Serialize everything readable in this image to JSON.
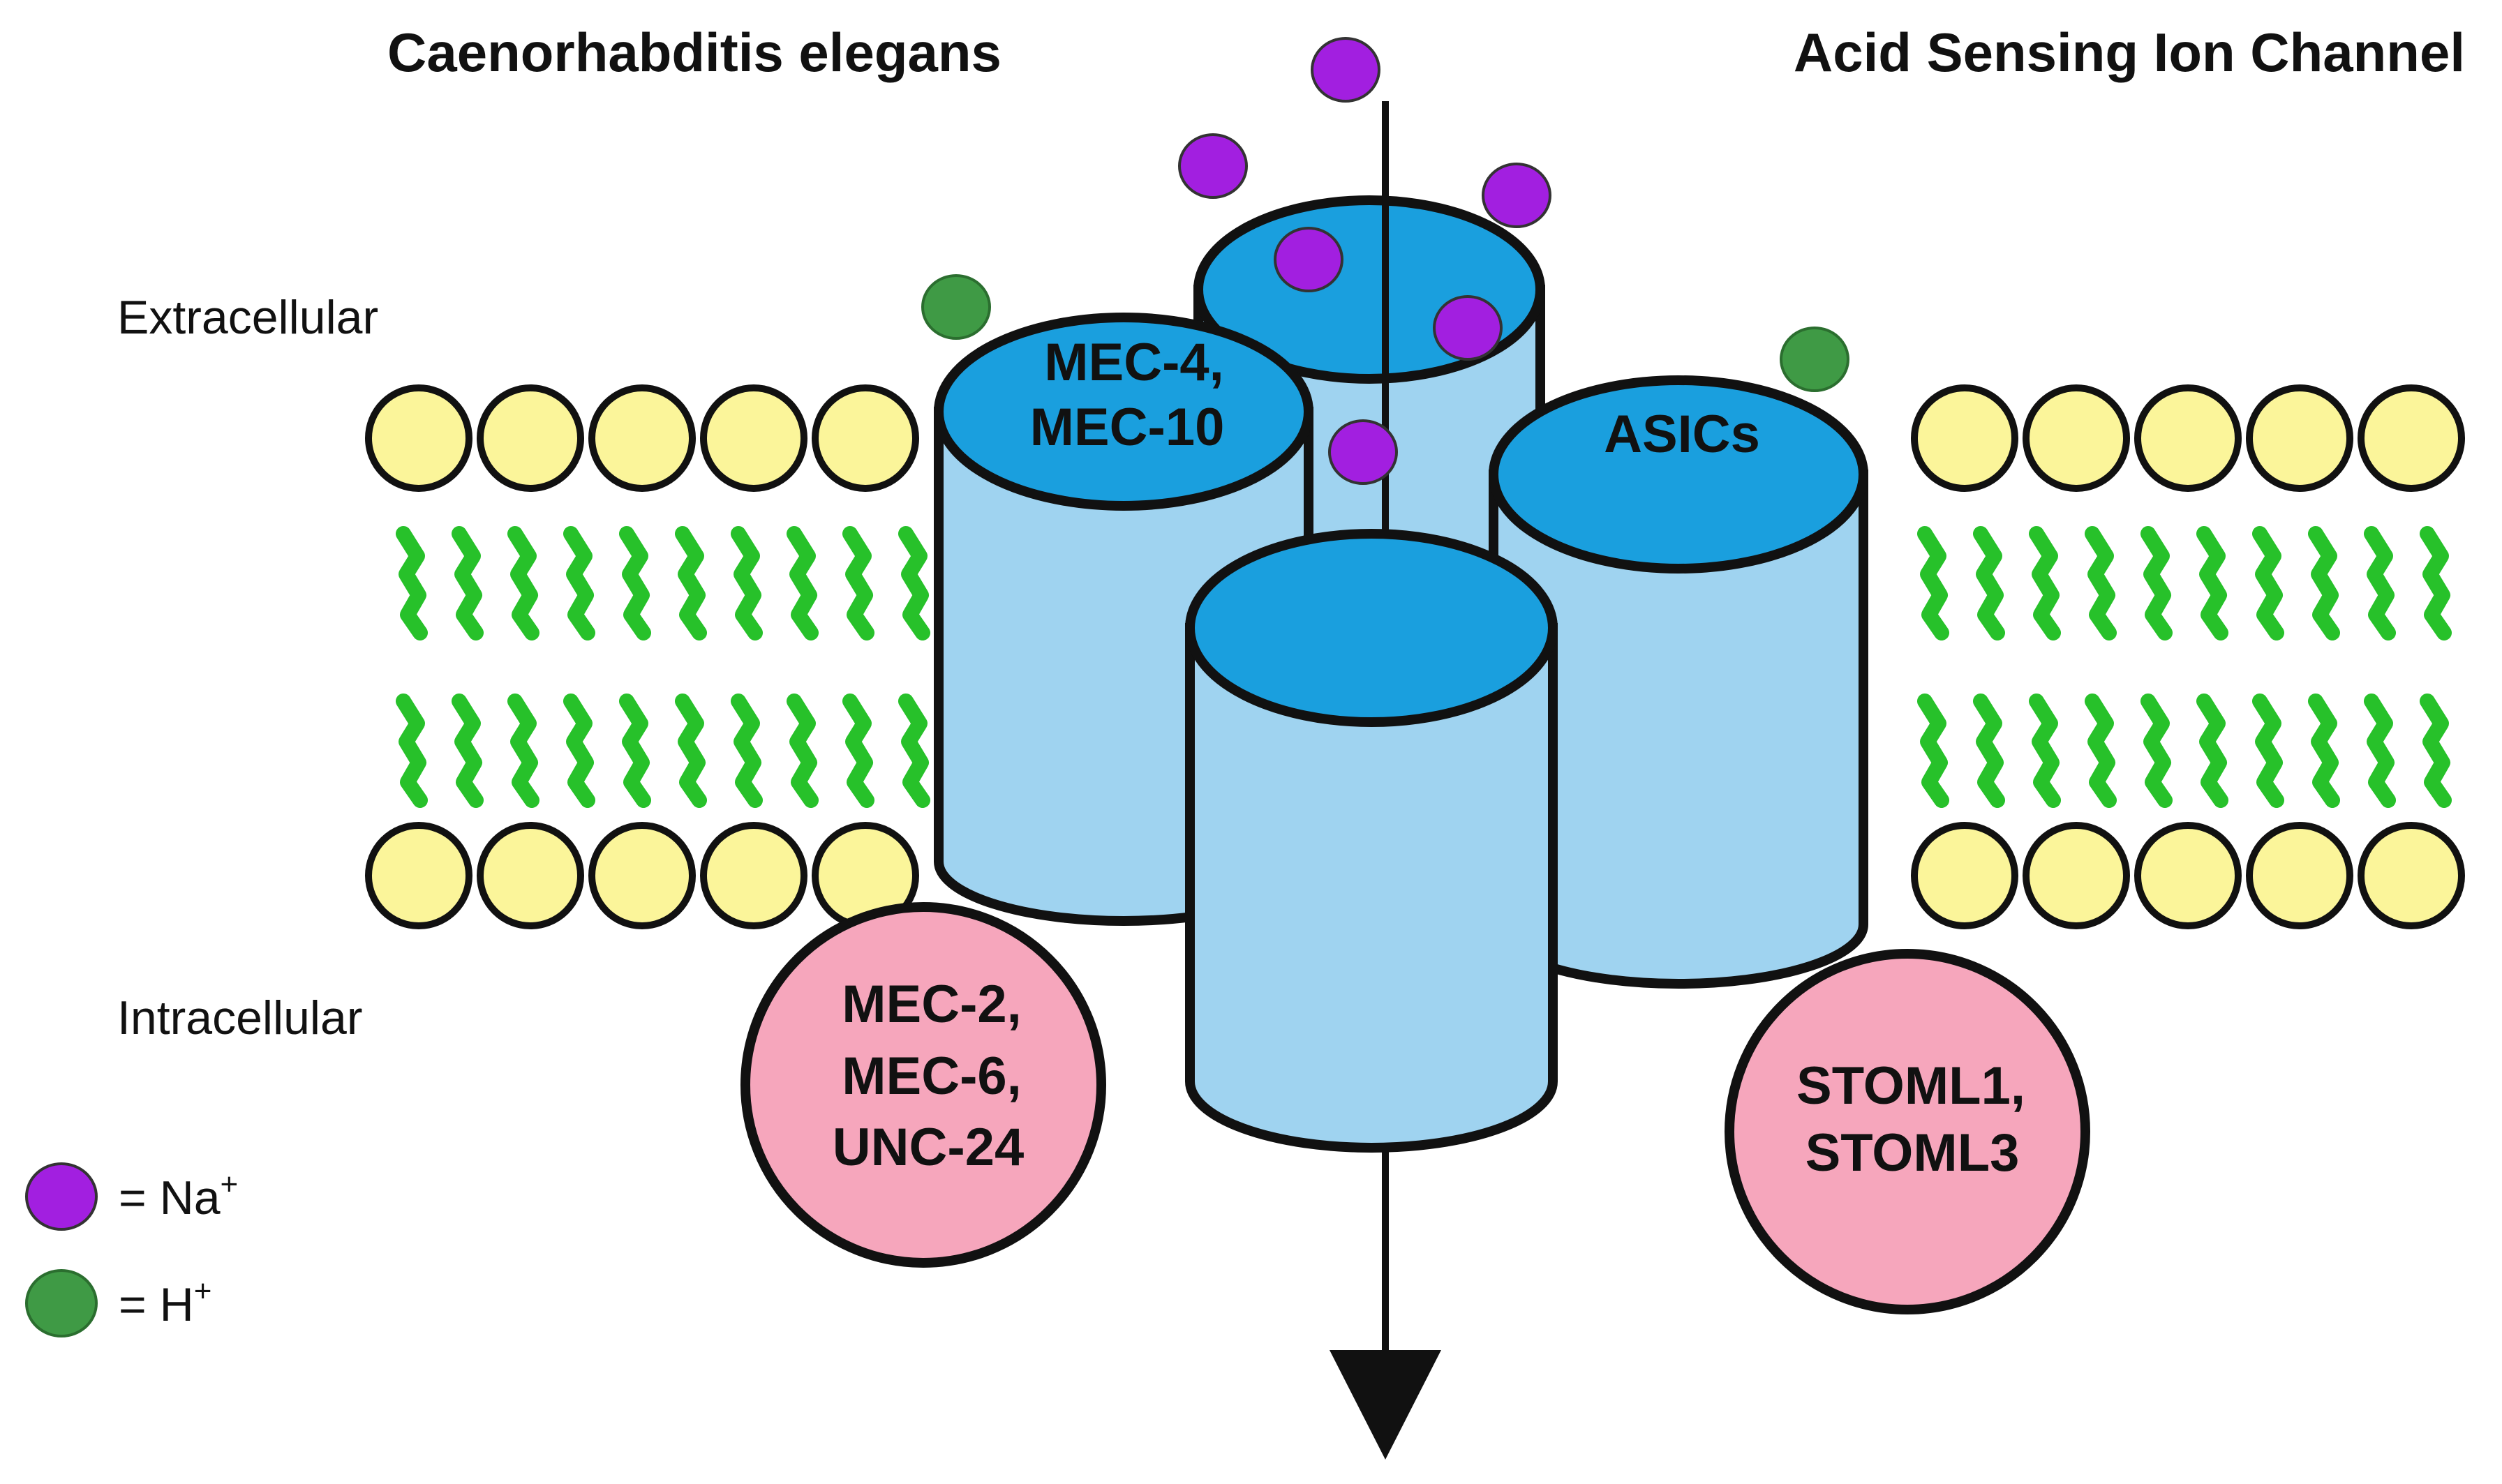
{
  "title_left": "Caenorhabditis elegans",
  "title_right": "Acid Sensing Ion Channel",
  "region_labels": {
    "extracellular": "Extracellular",
    "intracellular": "Intracellular"
  },
  "channels": {
    "left_line1": "MEC-4,",
    "left_line2": "MEC-10",
    "right": "ASICs"
  },
  "accessory_proteins": {
    "left": [
      "MEC-2,",
      "MEC-6,",
      "UNC-24"
    ],
    "right": [
      "STOML1,",
      "STOML3"
    ]
  },
  "legend": {
    "na_symbol": "= Na",
    "na_charge": "+",
    "h_symbol": "= H",
    "h_charge": "+"
  },
  "colors": {
    "sodium": "#a21fe0",
    "proton": "#3f9a45",
    "lipid_head": "#fbf59a",
    "lipid_tail": "#27c12a",
    "channel_top": "#1a9fde",
    "channel_body": "#9fd3f0",
    "accessory": "#f6a6bc",
    "outline": "#111111"
  }
}
